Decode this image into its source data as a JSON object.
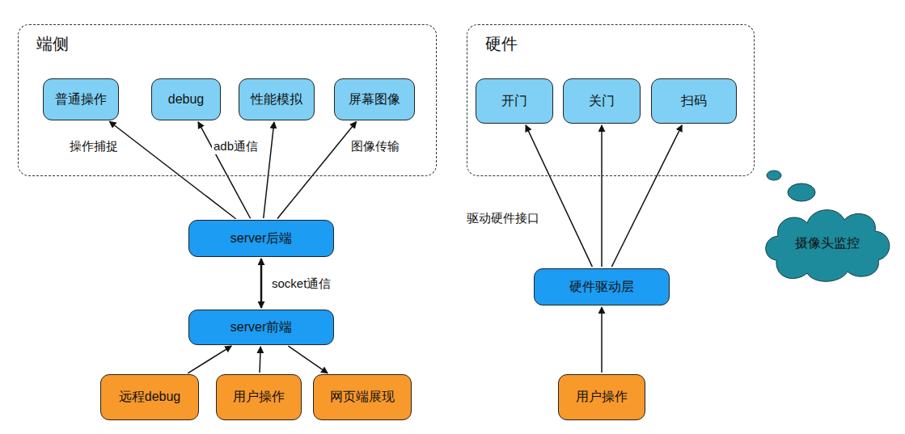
{
  "diagram": {
    "nodes": [
      {
        "text": [
          "端侧"
        ]
      },
      {
        "text": [
          "普通操作"
        ],
        "in": 0
      },
      {
        "text": [
          "debug"
        ],
        "in": 0
      },
      {
        "text": [
          "性能模拟"
        ],
        "in": 0
      },
      {
        "text": [
          "屏幕图像"
        ],
        "in": 0
      },
      {
        "text": [
          "硬件"
        ]
      },
      {
        "text": [
          "开门"
        ],
        "in": 5
      },
      {
        "text": [
          "关门"
        ],
        "in": 5
      },
      {
        "text": [
          "扫码"
        ],
        "in": 5
      },
      {
        "text": [
          "server后端"
        ]
      },
      {
        "text": [
          "server前端"
        ]
      },
      {
        "text": [
          "远程debug"
        ]
      },
      {
        "text": [
          "用户操作"
        ]
      },
      {
        "text": [
          "网页端展现"
        ]
      },
      {
        "text": [
          "硬件驱动层"
        ]
      },
      {
        "text": [
          "用户操作"
        ]
      },
      {
        "text": [
          "摄像头监控"
        ]
      }
    ],
    "edges": [
      {
        "from": 9,
        "to": 1,
        "label": "操作捕捉",
        "arrow": "to"
      },
      {
        "from": 9,
        "to": 2,
        "arrow": "to"
      },
      {
        "from": 9,
        "to": 3,
        "label": "adb通信",
        "arrow": "to"
      },
      {
        "from": 9,
        "to": 4,
        "label": "图像传输",
        "arrow": "to"
      },
      {
        "from": 10,
        "to": 9,
        "label": "socket通信",
        "arrow": "both"
      },
      {
        "from": 11,
        "to": 10,
        "arrow": "to"
      },
      {
        "from": 12,
        "to": 10,
        "arrow": "to"
      },
      {
        "from": 10,
        "to": 13,
        "arrow": "to"
      },
      {
        "from": 14,
        "to": 6,
        "label": "驱动硬件接口",
        "arrow": "to"
      },
      {
        "from": 14,
        "to": 7,
        "arrow": "to"
      },
      {
        "from": 14,
        "to": 8,
        "arrow": "to"
      },
      {
        "from": 15,
        "to": 14,
        "arrow": "to"
      }
    ]
  }
}
